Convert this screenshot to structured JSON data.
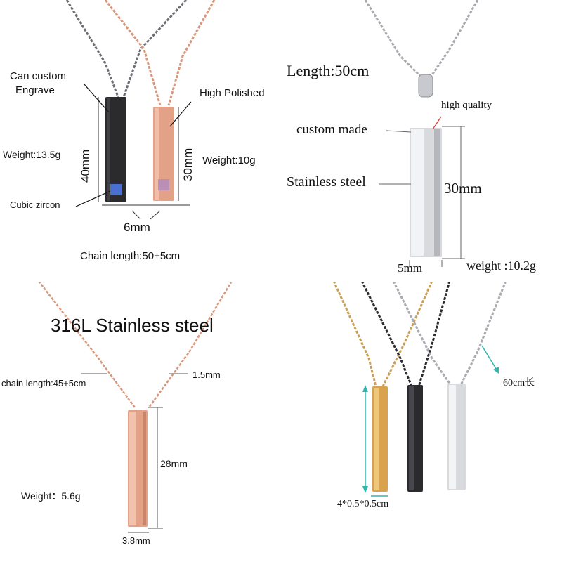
{
  "colors": {
    "chain_gunmetal": "#6b6e73",
    "chain_rose": "#d9977c",
    "chain_silver": "#a9abb0",
    "chain_gold": "#c9a055",
    "bar_black": "#2b2b2e",
    "bar_rose": "#e3a287",
    "bar_silver": "#d8dade",
    "bar_gold": "#d9a24f",
    "zircon_blue": "#4a6fd1",
    "zircon_pink": "#b98fb8",
    "arrow_teal": "#2fb6b0",
    "mark_red": "#d03a3a"
  },
  "panel1": {
    "label_engrave_line1": "Can custom",
    "label_engrave_line2": "Engrave",
    "label_polished": "High Polished",
    "label_weight_left": "Weight:13.5g",
    "label_weight_right": "Weight:10g",
    "label_height_left": "40mm",
    "label_height_right": "30mm",
    "label_zircon": "Cubic zircon",
    "label_width": "6mm",
    "label_chain": "Chain length:50+5cm"
  },
  "panel2": {
    "label_length": "Length:50cm",
    "label_quality": "high quality",
    "label_custom": "custom made",
    "label_steel": "Stainless steel",
    "label_height": "30mm",
    "label_width": "5mm",
    "label_weight": "weight :10.2g"
  },
  "panel3": {
    "title": "316L Stainless steel",
    "label_chain": "chain length:45+5cm",
    "label_thickness": "1.5mm",
    "label_height": "28mm",
    "label_weight": "Weight：5.6g",
    "label_width": "3.8mm"
  },
  "panel4": {
    "label_length": "60cm长",
    "label_size": "4*0.5*0.5cm"
  }
}
